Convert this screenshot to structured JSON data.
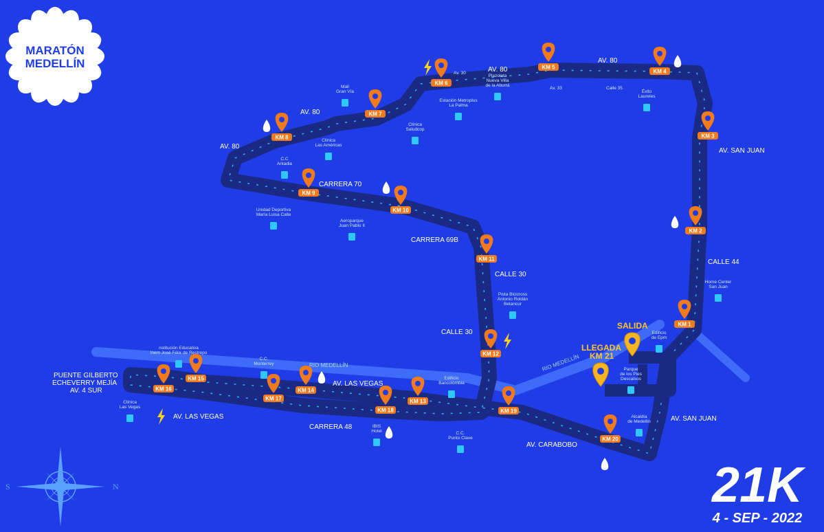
{
  "logo": {
    "line1": "MARATÓN",
    "line2": "MEDELLÍN"
  },
  "event": {
    "distance": "21K",
    "date": "4 - SEP - 2022"
  },
  "compass": {
    "west": "S",
    "east": "N"
  },
  "colors": {
    "background": "#1f3ce6",
    "route": "#1a2a84",
    "marker": "#f07a1c",
    "start": "#f6b51f",
    "water": "#ffffff",
    "energy": "#ffd21a",
    "poi": "#2ec8ff"
  },
  "start": {
    "salida": "SALIDA",
    "llegada_line1": "LLEGADA",
    "llegada_line2": "KM 21"
  },
  "river": {
    "label1": "RIO MEDELLÍN",
    "label2": "RIO MEDELLÍN"
  },
  "km_markers": [
    {
      "label": "KM 1"
    },
    {
      "label": "KM 2"
    },
    {
      "label": "KM 3"
    },
    {
      "label": "KM 4"
    },
    {
      "label": "KM 5"
    },
    {
      "label": "KM 6"
    },
    {
      "label": "KM 7"
    },
    {
      "label": "KM 8"
    },
    {
      "label": "KM 9"
    },
    {
      "label": "KM 10"
    },
    {
      "label": "KM 11"
    },
    {
      "label": "KM 12"
    },
    {
      "label": "KM 13"
    },
    {
      "label": "KM 14"
    },
    {
      "label": "KM 15"
    },
    {
      "label": "KM 16"
    },
    {
      "label": "KM 17"
    },
    {
      "label": "KM 18"
    },
    {
      "label": "KM 19"
    },
    {
      "label": "KM 20"
    }
  ],
  "streets": [
    {
      "text": "AV. 80"
    },
    {
      "text": "AV. 80"
    },
    {
      "text": "AV. 80"
    },
    {
      "text": "AV. 80"
    },
    {
      "text": "AV. SAN JUAN"
    },
    {
      "text": "CALLE 44"
    },
    {
      "text": "CARRERA 70"
    },
    {
      "text": "CARRERA 69B"
    },
    {
      "text": "CALLE 30"
    },
    {
      "text": "CALLE 30"
    },
    {
      "text": "AV. SAN JUAN"
    },
    {
      "text": "AV. CARABOBO"
    },
    {
      "text": "CARRERA 48"
    },
    {
      "text": "AV. LAS VEGAS"
    },
    {
      "text": "AV. LAS  VEGAS"
    },
    {
      "text": "PUENTE GILBERTO"
    },
    {
      "text": "ECHEVERRY MEJÍA"
    },
    {
      "text": "AV. 4 SUR"
    },
    {
      "text": "Av. 30"
    },
    {
      "text": "Av. 33"
    },
    {
      "text": "Calle 35"
    }
  ],
  "pois": [
    {
      "line1": "Mall",
      "line2": "Gran Vía"
    },
    {
      "line1": "Estación Metroplus",
      "line2": "La Palma"
    },
    {
      "line1": "Plazoleta",
      "line2": "Nueva Villa",
      "line3": "de la Aburrá"
    },
    {
      "line1": "Éxito",
      "line2": "Laureles"
    },
    {
      "line1": "Clínica",
      "line2": "Saludcop"
    },
    {
      "line1": "Clínica",
      "line2": "Las Américas"
    },
    {
      "line1": "C.C",
      "line2": "Arkadia"
    },
    {
      "line1": "Unidad Deportiva",
      "line2": "María Luisa Calle"
    },
    {
      "line1": "Aeroparque",
      "line2": "Juan Pablo II"
    },
    {
      "line1": "Pista Bicicross",
      "line2": "Antonio Roldán",
      "line3": "Betancur"
    },
    {
      "line1": "Home Center",
      "line2": "San Juan"
    },
    {
      "line1": "Edificio",
      "line2": "de Epm"
    },
    {
      "line1": "Parque",
      "line2": "de los Pies",
      "line3": "Descalsos"
    },
    {
      "line1": "Alcaldía",
      "line2": "de Medellín"
    },
    {
      "line1": "Edificio",
      "line2": "Bancolombia"
    },
    {
      "line1": "C.C.",
      "line2": "Punto Clave"
    },
    {
      "line1": "IBIS",
      "line2": "Hotel"
    },
    {
      "line1": "C.C.",
      "line2": "Monterrey"
    },
    {
      "line1": "nstitución Educativa",
      "line2": "Inem José Félix de Restrepo"
    },
    {
      "line1": "Clínica",
      "line2": "Las Vegas"
    }
  ]
}
